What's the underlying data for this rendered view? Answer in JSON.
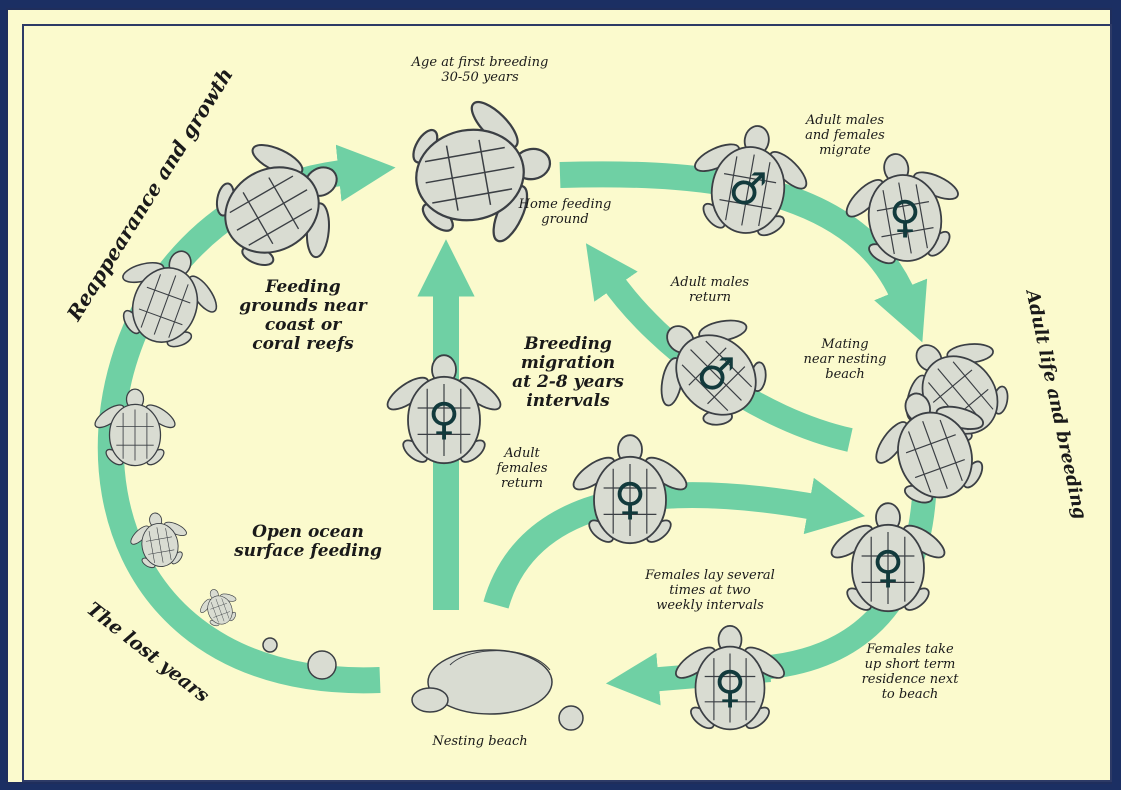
{
  "stages": {
    "reappearance": "Reappearance and growth",
    "adult_life": "Adult life and breeding",
    "lost_years": "The lost years"
  },
  "labels": {
    "age_first_breeding": "Age at first breeding\n30-50 years",
    "home_feeding": "Home feeding\nground",
    "adults_migrate": "Adult males\nand females\nmigrate",
    "males_return": "Adult males\nreturn",
    "mating": "Mating\nnear nesting\nbeach",
    "females_return": "Adult\nfemales\nreturn",
    "females_lay": "Females lay several\ntimes at two\nweekly intervals",
    "females_residence": "Females take\nup short term\nresidence next\nto beach",
    "nesting_beach": "Nesting beach"
  },
  "habitats": {
    "feeding_grounds": "Feeding\ngrounds near\ncoast or\ncoral reefs",
    "breeding_migration": "Breeding\nmigration\nat 2-8 years\nintervals",
    "open_ocean": "Open ocean\nsurface feeding"
  },
  "symbols": {
    "male": "♂",
    "female": "♀"
  },
  "colors": {
    "arrow": "#6fd0a4",
    "background": "#fbfacd",
    "frame": "#1b2f63",
    "turtle_fill": "#d9dcd2",
    "turtle_stroke": "#3b3f44",
    "symbol": "#123a3c"
  }
}
